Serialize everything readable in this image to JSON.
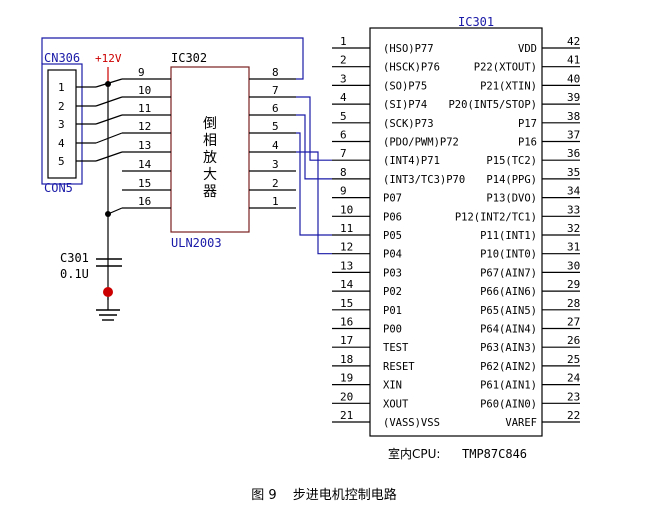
{
  "connector": {
    "ref": "CN306",
    "name": "CON5",
    "pins": [
      "1",
      "2",
      "3",
      "4",
      "5"
    ]
  },
  "supply": {
    "label": "+12V"
  },
  "driver": {
    "ref": "IC302",
    "name": "ULN2003",
    "body_text": [
      "倒",
      "相",
      "放",
      "大",
      "器"
    ],
    "left_pins": [
      "9",
      "10",
      "11",
      "12",
      "13",
      "14",
      "15",
      "16"
    ],
    "right_pins": [
      "8",
      "7",
      "6",
      "5",
      "4",
      "3",
      "2",
      "1"
    ]
  },
  "capacitor": {
    "ref": "C301",
    "value": "0.1U"
  },
  "cpu": {
    "ref": "IC301",
    "left_pins": [
      {
        "num": "1",
        "name": "(HSO)P77"
      },
      {
        "num": "2",
        "name": "(HSCK)P76"
      },
      {
        "num": "3",
        "name": "(SO)P75"
      },
      {
        "num": "4",
        "name": "(SI)P74"
      },
      {
        "num": "5",
        "name": "(SCK)P73"
      },
      {
        "num": "6",
        "name": "(PDO/PWM)P72"
      },
      {
        "num": "7",
        "name": "(INT4)P71"
      },
      {
        "num": "8",
        "name": "(INT3/TC3)P70"
      },
      {
        "num": "9",
        "name": "P07"
      },
      {
        "num": "10",
        "name": "P06"
      },
      {
        "num": "11",
        "name": "P05"
      },
      {
        "num": "12",
        "name": "P04"
      },
      {
        "num": "13",
        "name": "P03"
      },
      {
        "num": "14",
        "name": "P02"
      },
      {
        "num": "15",
        "name": "P01"
      },
      {
        "num": "16",
        "name": "P00"
      },
      {
        "num": "17",
        "name": "TEST"
      },
      {
        "num": "18",
        "name": "RESET"
      },
      {
        "num": "19",
        "name": "XIN"
      },
      {
        "num": "20",
        "name": "XOUT"
      },
      {
        "num": "21",
        "name": "(VASS)VSS"
      }
    ],
    "right_pins": [
      {
        "num": "42",
        "name": "VDD"
      },
      {
        "num": "41",
        "name": "P22(XTOUT)"
      },
      {
        "num": "40",
        "name": "P21(XTIN)"
      },
      {
        "num": "39",
        "name": "P20(INT5/STOP)"
      },
      {
        "num": "38",
        "name": "P17"
      },
      {
        "num": "37",
        "name": "P16"
      },
      {
        "num": "36",
        "name": "P15(TC2)"
      },
      {
        "num": "35",
        "name": "P14(PPG)"
      },
      {
        "num": "34",
        "name": "P13(DVO)"
      },
      {
        "num": "33",
        "name": "P12(INT2/TC1)"
      },
      {
        "num": "32",
        "name": "P11(INT1)"
      },
      {
        "num": "31",
        "name": "P10(INT0)"
      },
      {
        "num": "30",
        "name": "P67(AIN7)"
      },
      {
        "num": "29",
        "name": "P66(AIN6)"
      },
      {
        "num": "28",
        "name": "P65(AIN5)"
      },
      {
        "num": "27",
        "name": "P64(AIN4)"
      },
      {
        "num": "26",
        "name": "P63(AIN3)"
      },
      {
        "num": "25",
        "name": "P62(AIN2)"
      },
      {
        "num": "24",
        "name": "P61(AIN1)"
      },
      {
        "num": "23",
        "name": "P60(AIN0)"
      },
      {
        "num": "22",
        "name": "VAREF"
      }
    ],
    "footer_label": "室内CPU:",
    "footer_model": "TMP87C846"
  },
  "caption": {
    "figure": "图 9",
    "title": "步进电机控制电路"
  },
  "colors": {
    "black": "#000000",
    "blue": "#1a1aa8",
    "red": "#cc0000",
    "ic_outline": "#7a2020",
    "node": "#000000"
  }
}
